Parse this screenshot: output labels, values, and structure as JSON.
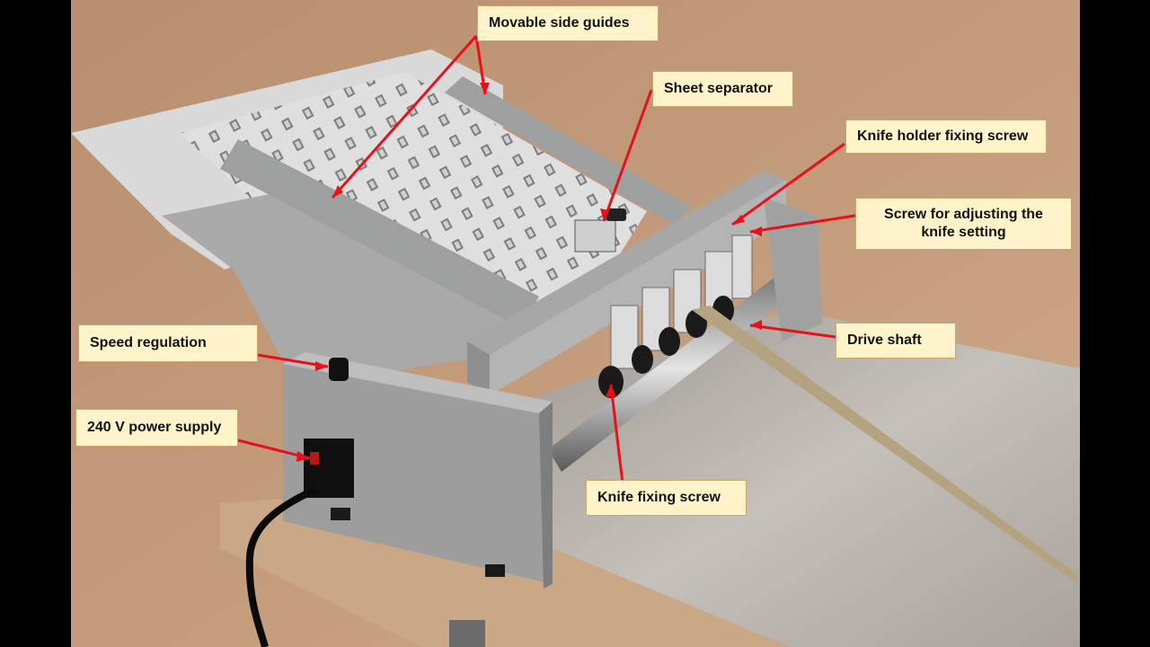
{
  "diagram": {
    "callouts": [
      {
        "id": "movable-side-guides",
        "text": "Movable side guides"
      },
      {
        "id": "sheet-separator",
        "text": "Sheet separator"
      },
      {
        "id": "knife-holder-fixing-screw",
        "text": "Knife holder fixing screw"
      },
      {
        "id": "screw-adjusting-knife",
        "text_line1": "Screw for adjusting the",
        "text_line2": "knife setting"
      },
      {
        "id": "drive-shaft",
        "text": "Drive shaft"
      },
      {
        "id": "speed-regulation",
        "text": "Speed regulation"
      },
      {
        "id": "power-supply",
        "text": "240 V power supply"
      },
      {
        "id": "knife-fixing-screw",
        "text": "Knife fixing screw"
      }
    ],
    "colors": {
      "callout_fill": "#fff4c9",
      "callout_border": "#c9a66b",
      "arrow": "#e8101b",
      "letterbox": "#000000",
      "wall": "#c39a79",
      "machine_grey": "#a9abaa",
      "sheet_metal": "#b8b4ad"
    }
  }
}
